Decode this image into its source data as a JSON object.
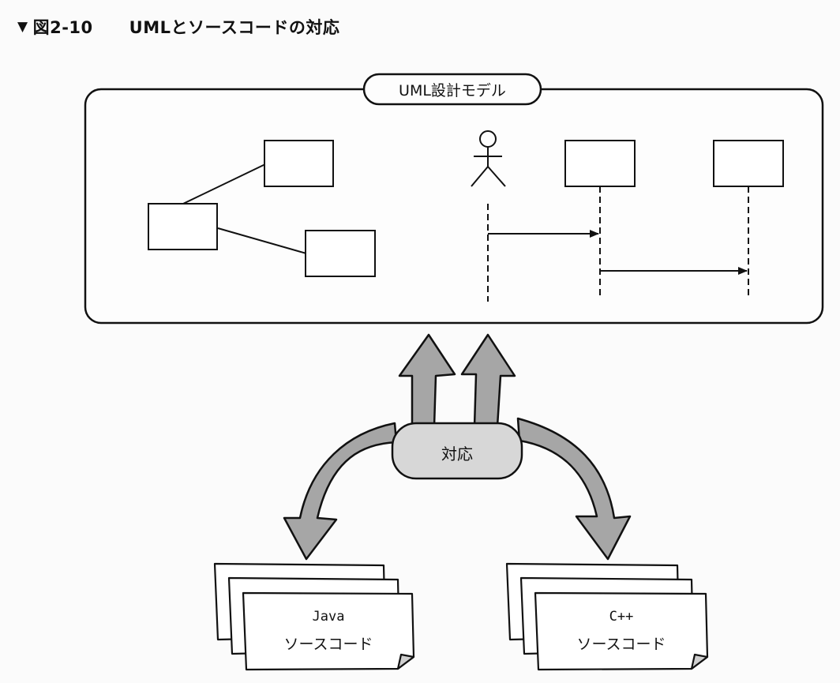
{
  "figure": {
    "marker": "▼",
    "number": "図2-10",
    "title": "UMLとソースコードの対応"
  },
  "model": {
    "label": "UML設計モデル"
  },
  "correspondence": {
    "label": "対応"
  },
  "sources": [
    {
      "language": "Java",
      "caption": "ソースコード"
    },
    {
      "language": "C++",
      "caption": "ソースコード"
    }
  ]
}
